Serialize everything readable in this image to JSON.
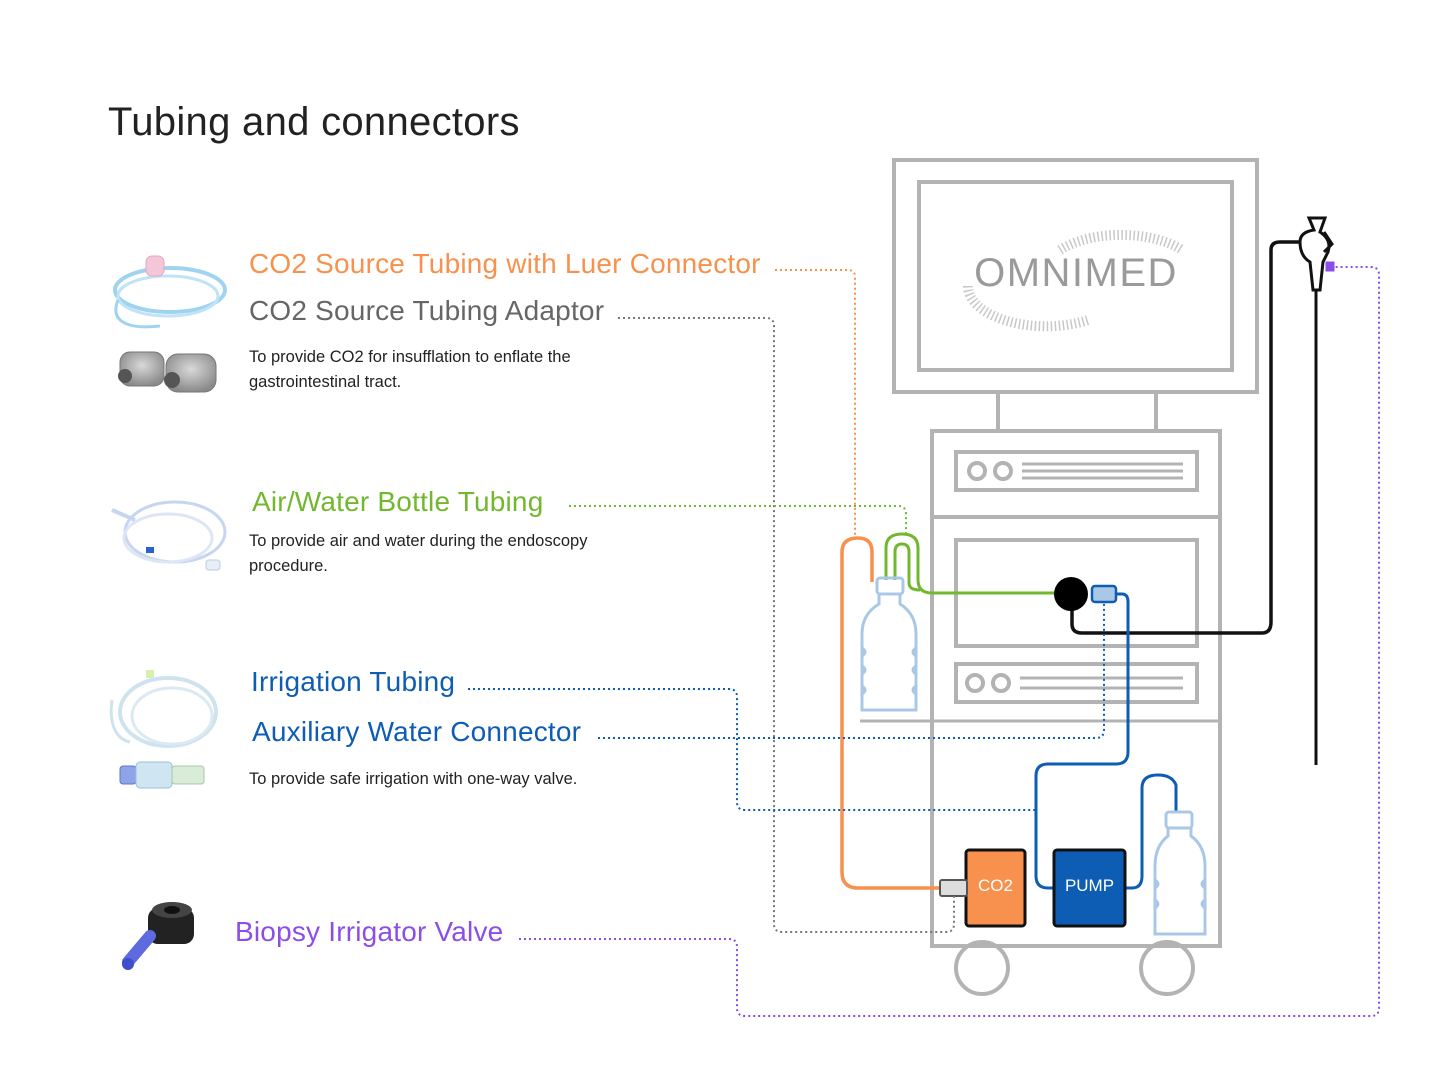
{
  "page": {
    "title": "Tubing and connectors"
  },
  "colors": {
    "co2": "#f7914d",
    "adaptor_gray": "#666666",
    "air_water": "#72b82e",
    "irrigation": "#0d5db5",
    "biopsy": "#8b4ee8",
    "cart_gray": "#b0b0b0",
    "bottle": "#a9c8e6"
  },
  "sections": [
    {
      "labels": [
        "CO2 Source Tubing with Luer Connector",
        "CO2 Source Tubing Adaptor"
      ],
      "description": "To provide CO2 for insufflation to enflate the gastrointestinal tract.",
      "icons": [
        "coiled-tubing-icon",
        "metal-adaptor-icon"
      ]
    },
    {
      "labels": [
        "Air/Water Bottle Tubing"
      ],
      "description": "To provide air and water during the endoscopy procedure.",
      "icons": [
        "bottle-tubing-icon"
      ]
    },
    {
      "labels": [
        "Irrigation Tubing",
        "Auxiliary Water Connector"
      ],
      "description": "To provide safe irrigation with one-way valve.",
      "icons": [
        "irrigation-tubing-icon",
        "water-connector-icon"
      ]
    },
    {
      "labels": [
        "Biopsy Irrigator Valve"
      ],
      "description": "",
      "icons": [
        "biopsy-valve-icon"
      ]
    }
  ],
  "equipment": {
    "monitor_brand": "OMNIMED",
    "co2_unit_label": "CO2",
    "pump_label": "PUMP"
  }
}
